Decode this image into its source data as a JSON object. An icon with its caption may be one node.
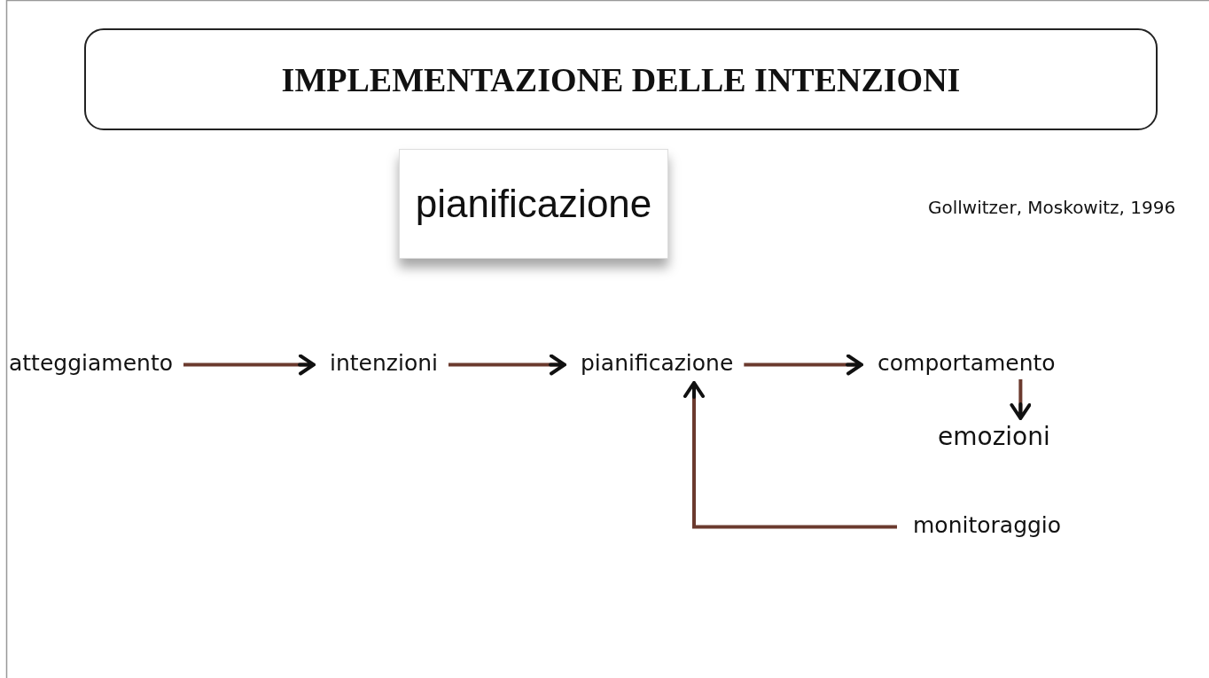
{
  "diagram": {
    "title": "IMPLEMENTAZIONE DELLE INTENZIONI",
    "nodes": [
      {
        "text": [
          "pianificazione"
        ]
      },
      {
        "text": [
          "atteggiamento"
        ]
      },
      {
        "text": [
          "intenzioni"
        ]
      },
      {
        "text": [
          "pianificazione"
        ]
      },
      {
        "text": [
          "comportamento"
        ]
      },
      {
        "text": [
          "emozioni"
        ]
      },
      {
        "text": [
          "monitoraggio"
        ]
      }
    ],
    "edges": [
      {
        "from": 1,
        "to": 2,
        "arrow": "to"
      },
      {
        "from": 2,
        "to": 3,
        "arrow": "to"
      },
      {
        "from": 3,
        "to": 4,
        "arrow": "to"
      },
      {
        "from": 4,
        "to": 5,
        "arrow": "to"
      },
      {
        "from": 6,
        "to": 3,
        "arrow": "to"
      }
    ],
    "labels": [
      "Gollwitzer, Moskowitz, 1996"
    ]
  }
}
